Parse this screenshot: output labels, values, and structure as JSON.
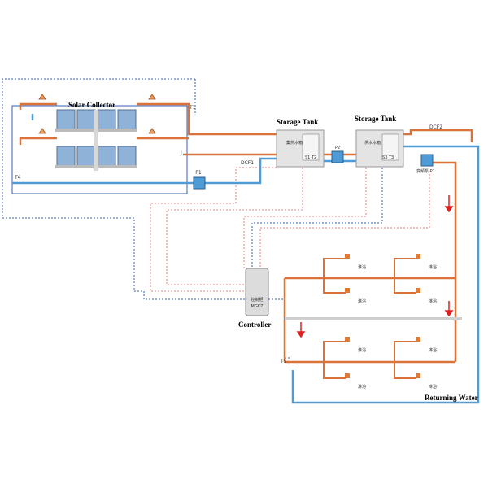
{
  "labels": {
    "solar_collector": "Solar Collector",
    "storage_tank_left": "Storage Tank",
    "storage_tank_right": "Storage Tank",
    "controller": "Controller",
    "returning_water": "Returning Water"
  },
  "tags": {
    "t1": "T1",
    "t4": "T4",
    "p1": "P1",
    "p2": "P2",
    "dcf1": "DCF1",
    "dcf2": "DCF2",
    "t5": "T5",
    "j": "J"
  },
  "tank_tags": {
    "left": "集热水箱",
    "left_sensor": "S1 T2",
    "right": "供水水箱",
    "right_sensor": "S3 T3",
    "controller_text_1": "控制柜",
    "controller_text_2": "MGKZ",
    "valve_p1": "P1",
    "valve_right": "变频泵 P1",
    "tap_label": "淋浴"
  },
  "colors": {
    "hot_pipe": "#d9733a",
    "cold_pipe": "#4f9bd6",
    "dotted_blue": "#3a5fb0",
    "dotted_red": "#e08080",
    "flow_arrow": "#e02020"
  }
}
